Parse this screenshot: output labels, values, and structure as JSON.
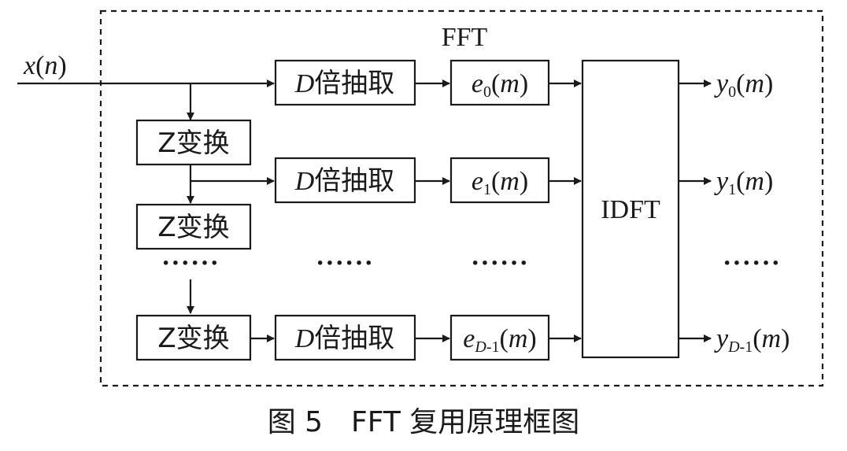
{
  "figure": {
    "frame_label": "FFT",
    "input_signal": {
      "base": "x",
      "open": "(",
      "arg": "n",
      "close": ")"
    },
    "z_transform_label": "Z变换",
    "decimator_label": {
      "var": "D",
      "text": "倍抽取"
    },
    "idft_label": "IDFT",
    "ellipsis": "······",
    "branches": [
      {
        "e": {
          "base": "e",
          "sub": "0",
          "open": "(",
          "arg": "m",
          "close": ")"
        },
        "y": {
          "base": "y",
          "sub": "0",
          "open": "(",
          "arg": "m",
          "close": ")"
        }
      },
      {
        "e": {
          "base": "e",
          "sub": "1",
          "open": "(",
          "arg": "m",
          "close": ")"
        },
        "y": {
          "base": "y",
          "sub": "1",
          "open": "(",
          "arg": "m",
          "close": ")"
        }
      },
      {
        "e": {
          "base": "e",
          "sub_var": "D",
          "sub": "-1",
          "open": "(",
          "arg": "m",
          "close": ")"
        },
        "y": {
          "base": "y",
          "sub_var": "D",
          "sub": "-1",
          "open": "(",
          "arg": "m",
          "close": ")"
        }
      }
    ]
  },
  "caption": "图 5　FFT 复用原理框图"
}
